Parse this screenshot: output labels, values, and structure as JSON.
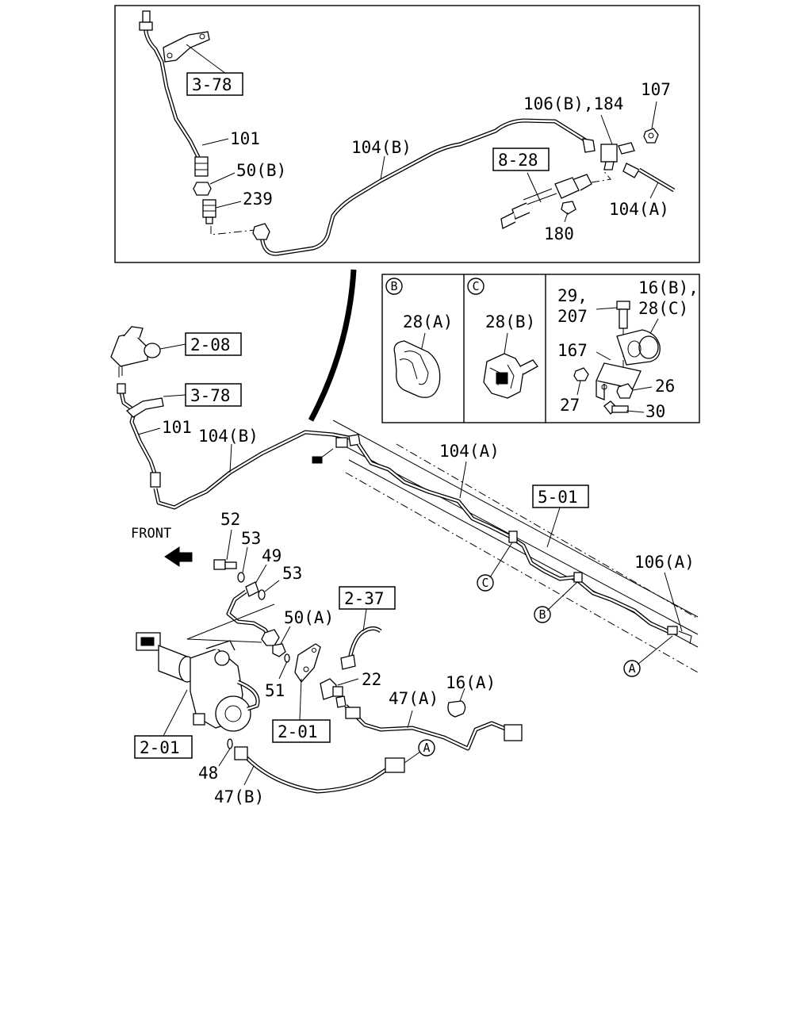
{
  "refs": {
    "ref_3_78_top": "3-78",
    "ref_8_28": "8-28",
    "ref_2_08": "2-08",
    "ref_3_78_mid": "3-78",
    "ref_5_01": "5-01",
    "ref_2_37": "2-37",
    "ref_2_01_right": "2-01",
    "ref_2_01_left": "2-01"
  },
  "labels": {
    "top_101": "101",
    "top_50b": "50(B)",
    "top_239": "239",
    "top_104b": "104(B)",
    "top_106b_184": "106(B),184",
    "top_107": "107",
    "top_104a": "104(A)",
    "top_180": "180",
    "inset_b_28a": "28(A)",
    "inset_c_28b": "28(B)",
    "inset_29": "29,",
    "inset_207": "207",
    "inset_16b": "16(B),",
    "inset_28c": "28(C)",
    "inset_167": "167",
    "inset_27": "27",
    "inset_26": "26",
    "inset_30": "30",
    "main_101": "101",
    "main_104b": "104(B)",
    "main_104a": "104(A)",
    "main_106a": "106(A)",
    "front": "FRONT",
    "main_52": "52",
    "main_53_a": "53",
    "main_49": "49",
    "main_53_b": "53",
    "main_50a": "50(A)",
    "main_51": "51",
    "main_22": "22",
    "main_47a": "47(A)",
    "main_16a": "16(A)",
    "main_48": "48",
    "main_47b": "47(B)"
  },
  "markers": {
    "inset_b": "B",
    "inset_c": "C",
    "clip_c": "C",
    "clip_b": "B",
    "joint_a_right": "A",
    "joint_a_lower": "A"
  }
}
